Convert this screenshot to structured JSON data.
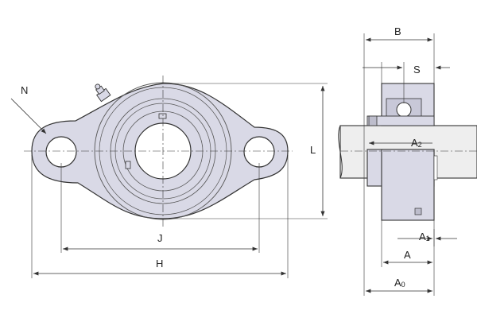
{
  "colors": {
    "part_fill": "#d9d9e6",
    "part_stroke": "#333333",
    "dim_line": "#333333",
    "shaft_fill": "#eeeeee",
    "background": "#ffffff"
  },
  "labels": {
    "N": "N",
    "L": "L",
    "J": "J",
    "H": "H",
    "B": "B",
    "S": "S",
    "A2_main": "A",
    "A2_sub": "2",
    "A1_main": "A",
    "A1_sub": "1",
    "A": "A",
    "A0_main": "A",
    "A0_sub": "0"
  },
  "icons": {
    "grease_fitting": "grease-nipple-icon"
  }
}
